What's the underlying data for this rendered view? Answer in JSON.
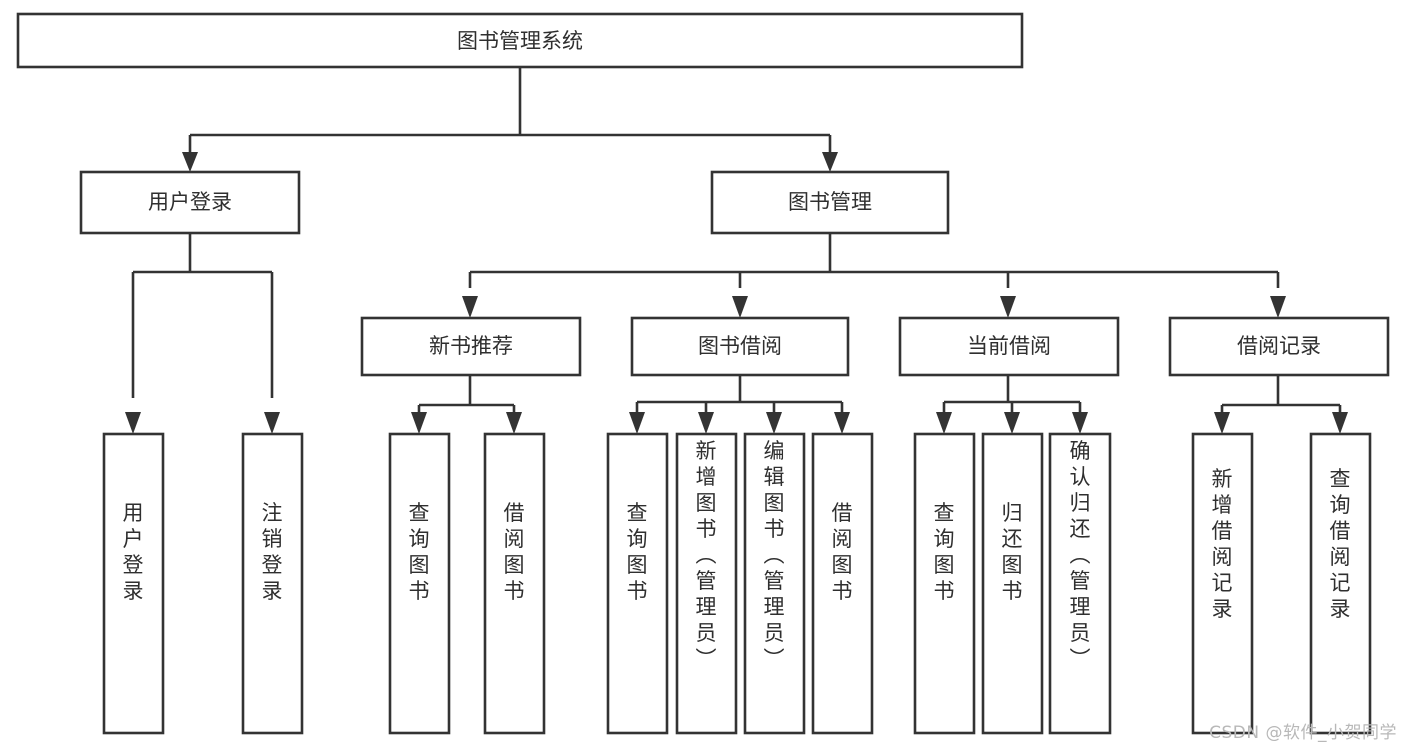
{
  "diagram": {
    "type": "tree-hierarchy-flowchart",
    "root": {
      "id": "root",
      "label": "图书管理系统"
    },
    "level2": [
      {
        "id": "user-login",
        "label": "用户登录"
      },
      {
        "id": "book-manage",
        "label": "图书管理"
      }
    ],
    "level3": [
      {
        "id": "new-book-rec",
        "label": "新书推荐"
      },
      {
        "id": "book-borrow",
        "label": "图书借阅"
      },
      {
        "id": "current-borrow",
        "label": "当前借阅"
      },
      {
        "id": "borrow-record",
        "label": "借阅记录"
      }
    ],
    "leaves": {
      "user-login": [
        {
          "id": "leaf-user-login",
          "label": "用户登录"
        },
        {
          "id": "leaf-user-logout",
          "label": "注销登录"
        }
      ],
      "new-book-rec": [
        {
          "id": "leaf-query-book-1",
          "label": "查询图书"
        },
        {
          "id": "leaf-borrow-book-1",
          "label": "借阅图书"
        }
      ],
      "book-borrow": [
        {
          "id": "leaf-query-book-2",
          "label": "查询图书"
        },
        {
          "id": "leaf-add-book",
          "label": "新增图书（管理员）"
        },
        {
          "id": "leaf-edit-book",
          "label": "编辑图书（管理员）"
        },
        {
          "id": "leaf-borrow-book-2",
          "label": "借阅图书"
        }
      ],
      "current-borrow": [
        {
          "id": "leaf-query-book-3",
          "label": "查询图书"
        },
        {
          "id": "leaf-return-book",
          "label": "归还图书"
        },
        {
          "id": "leaf-confirm-return",
          "label": "确认归还（管理员）"
        }
      ],
      "borrow-record": [
        {
          "id": "leaf-add-record",
          "label": "新增借阅记录"
        },
        {
          "id": "leaf-query-record",
          "label": "查询借阅记录"
        }
      ]
    }
  },
  "watermark": {
    "text": "CSDN @软件_小贺同学"
  },
  "colors": {
    "stroke": "#333333",
    "fill": "#ffffff",
    "text": "#2f2f2f",
    "watermark": "#b8b8b8"
  }
}
